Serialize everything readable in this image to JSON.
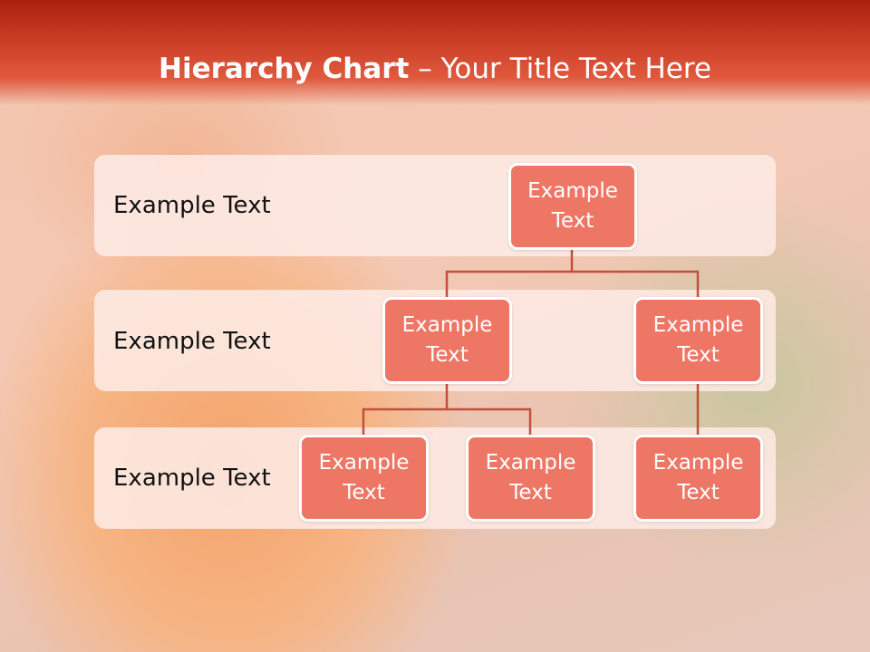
{
  "slide": {
    "title_bold": "Hierarchy Chart",
    "title_rest": " – Your Title Text Here"
  },
  "levels": [
    {
      "label": "Example Text"
    },
    {
      "label": "Example Text"
    },
    {
      "label": "Example Text"
    }
  ],
  "nodes": {
    "root": "Example Text",
    "level2_left": "Example Text",
    "level2_right": "Example Text",
    "level3_left": "Example Text",
    "level3_middle": "Example Text",
    "level3_right": "Example Text"
  },
  "colors": {
    "title_bar": "#c83a22",
    "node_fill": "#ee7665",
    "node_border": "#ffffff",
    "connector": "#c2503d",
    "band_fill": "#fdeae5"
  }
}
